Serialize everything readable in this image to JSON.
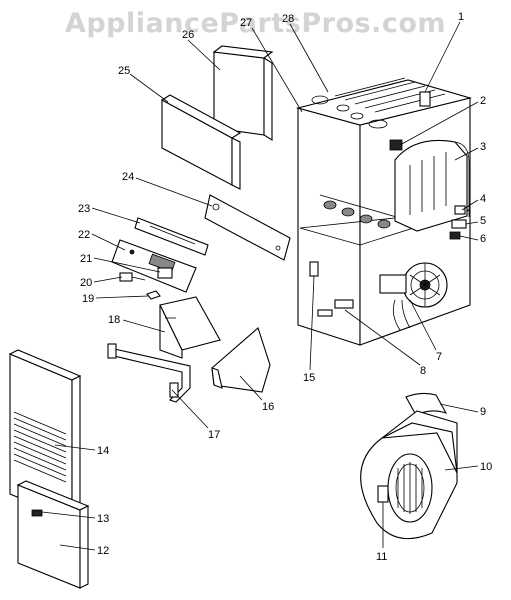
{
  "watermark": "AppliancePartsPros.com",
  "callouts": [
    {
      "id": "1",
      "label": "1"
    },
    {
      "id": "2",
      "label": "2"
    },
    {
      "id": "3",
      "label": "3"
    },
    {
      "id": "4",
      "label": "4"
    },
    {
      "id": "5",
      "label": "5"
    },
    {
      "id": "6",
      "label": "6"
    },
    {
      "id": "7",
      "label": "7"
    },
    {
      "id": "8",
      "label": "8"
    },
    {
      "id": "9",
      "label": "9"
    },
    {
      "id": "10",
      "label": "10"
    },
    {
      "id": "11",
      "label": "11"
    },
    {
      "id": "12",
      "label": "12"
    },
    {
      "id": "13",
      "label": "13"
    },
    {
      "id": "14",
      "label": "14"
    },
    {
      "id": "15",
      "label": "15"
    },
    {
      "id": "16",
      "label": "16"
    },
    {
      "id": "17",
      "label": "17"
    },
    {
      "id": "18",
      "label": "18"
    },
    {
      "id": "19",
      "label": "19"
    },
    {
      "id": "20",
      "label": "20"
    },
    {
      "id": "21",
      "label": "21"
    },
    {
      "id": "22",
      "label": "22"
    },
    {
      "id": "23",
      "label": "23"
    },
    {
      "id": "24",
      "label": "24"
    },
    {
      "id": "25",
      "label": "25"
    },
    {
      "id": "26",
      "label": "26"
    },
    {
      "id": "27",
      "label": "27"
    },
    {
      "id": "28",
      "label": "28"
    }
  ]
}
